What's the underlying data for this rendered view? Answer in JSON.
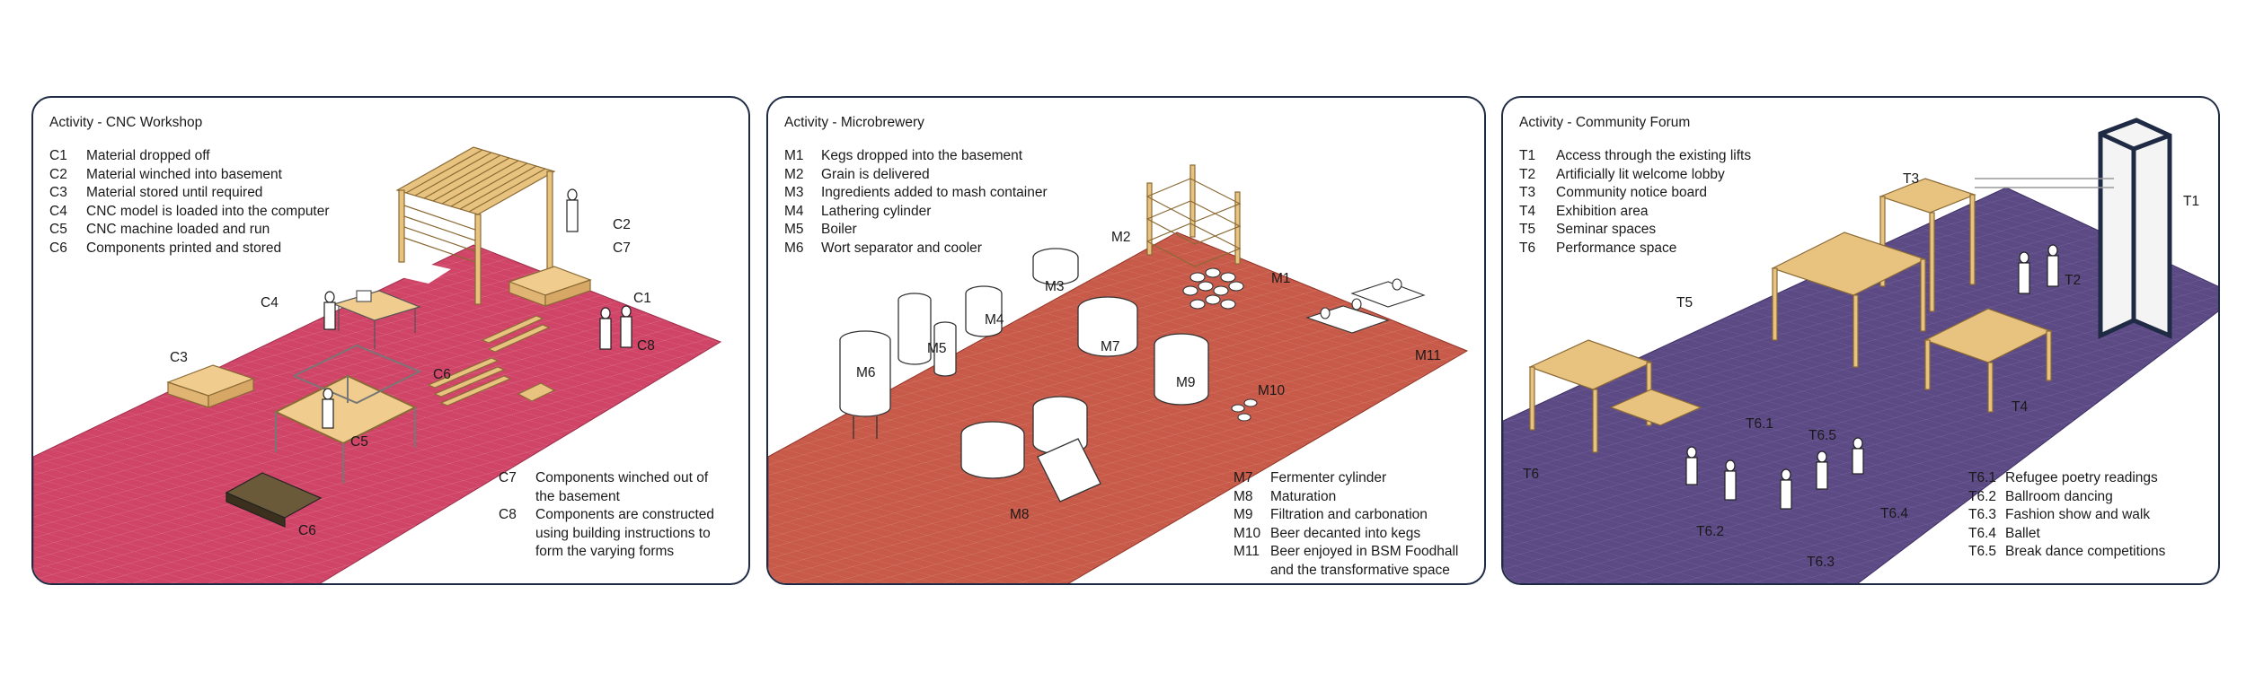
{
  "colors": {
    "border": "#1f2a44",
    "cnc_floor": "#cf4467",
    "brew_floor": "#c75a49",
    "forum_floor": "#5c4a85",
    "timber": "#e8c27f",
    "timber_line": "#8a6a35"
  },
  "panels": [
    {
      "title": "Activity - CNC Workshop",
      "legend_top": [
        {
          "code": "C1",
          "text": "Material dropped off"
        },
        {
          "code": "C2",
          "text": "Material winched into basement"
        },
        {
          "code": "C3",
          "text": "Material stored until required"
        },
        {
          "code": "C4",
          "text": "CNC model is loaded into the computer"
        },
        {
          "code": "C5",
          "text": "CNC machine loaded and run"
        },
        {
          "code": "C6",
          "text": "Components printed and stored"
        }
      ],
      "legend_bottom": [
        {
          "code": "C7",
          "text": "Components winched out of\nthe basement"
        },
        {
          "code": "C8",
          "text": "Components are constructed\nusing building instructions to\nform the varying forms"
        }
      ],
      "labels": [
        "C1",
        "C2",
        "C7",
        "C3",
        "C4",
        "C5",
        "C6",
        "C6",
        "C8"
      ]
    },
    {
      "title": "Activity - Microbrewery",
      "legend_top": [
        {
          "code": "M1",
          "text": "Kegs dropped into the basement"
        },
        {
          "code": "M2",
          "text": "Grain is delivered"
        },
        {
          "code": "M3",
          "text": "Ingredients added to mash container"
        },
        {
          "code": "M4",
          "text": "Lathering cylinder"
        },
        {
          "code": "M5",
          "text": "Boiler"
        },
        {
          "code": "M6",
          "text": "Wort separator and cooler"
        }
      ],
      "legend_bottom": [
        {
          "code": "M7",
          "text": "Fermenter cylinder"
        },
        {
          "code": "M8",
          "text": "Maturation"
        },
        {
          "code": "M9",
          "text": "Filtration and carbonation"
        },
        {
          "code": "M10",
          "text": "Beer decanted into kegs"
        },
        {
          "code": "M11",
          "text": "Beer enjoyed in BSM Foodhall\nand the transformative space"
        }
      ],
      "labels": [
        "M1",
        "M2",
        "M3",
        "M4",
        "M5",
        "M6",
        "M7",
        "M8",
        "M9",
        "M10",
        "M11"
      ]
    },
    {
      "title": "Activity - Community Forum",
      "legend_top": [
        {
          "code": "T1",
          "text": "Access through the existing lifts"
        },
        {
          "code": "T2",
          "text": "Artificially lit welcome lobby"
        },
        {
          "code": "T3",
          "text": "Community notice board"
        },
        {
          "code": "T4",
          "text": "Exhibition area"
        },
        {
          "code": "T5",
          "text": "Seminar spaces"
        },
        {
          "code": "T6",
          "text": "Performance space"
        }
      ],
      "legend_bottom": [
        {
          "code": "T6.1",
          "text": "Refugee poetry readings"
        },
        {
          "code": "T6.2",
          "text": "Ballroom dancing"
        },
        {
          "code": "T6.3",
          "text": "Fashion show and walk"
        },
        {
          "code": "T6.4",
          "text": "Ballet"
        },
        {
          "code": "T6.5",
          "text": "Break dance competitions"
        }
      ],
      "labels": [
        "T1",
        "T2",
        "T3",
        "T4",
        "T5",
        "T6",
        "T6.1",
        "T6.5",
        "T6.2",
        "T6.4",
        "T6.3"
      ]
    }
  ]
}
